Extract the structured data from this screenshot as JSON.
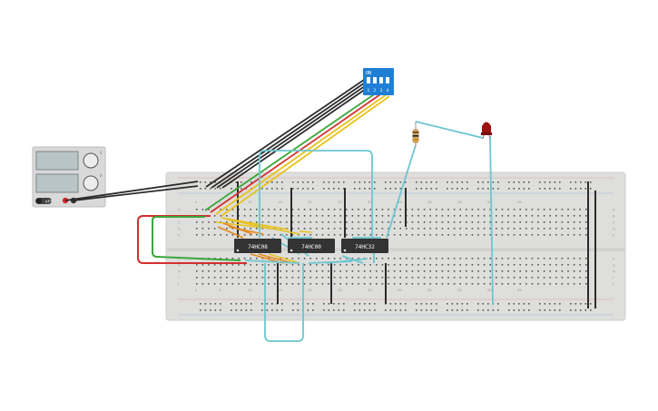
{
  "power_supply": {
    "toggle_label": "off",
    "knob_labels": [
      "V",
      "A"
    ],
    "terminal_colors": {
      "positive": "#d12b2b",
      "negative": "#333333"
    }
  },
  "dip_switch": {
    "on_label": "ON",
    "switch_numbers": [
      "1",
      "2",
      "3",
      "4"
    ],
    "color": "#1f7fd6"
  },
  "chips": [
    {
      "label": "74HC08"
    },
    {
      "label": "74HC00"
    },
    {
      "label": "74HC32"
    }
  ],
  "breadboard": {
    "row_letters_top": [
      "A",
      "B",
      "C",
      "D",
      "E"
    ],
    "row_letters_bottom": [
      "F",
      "G",
      "H",
      "I",
      "J"
    ],
    "column_numbers": [
      "1",
      "5",
      "10",
      "15",
      "20",
      "25",
      "30",
      "35",
      "40",
      "45",
      "50",
      "55"
    ]
  },
  "wire_colors": {
    "black": "#2b2b2b",
    "red": "#d32f2f",
    "green": "#3aa63a",
    "yellow": "#e8c21c",
    "orange": "#e68a1e",
    "cyan": "#6cc6cf"
  },
  "led": {
    "color": "#9b1111"
  },
  "resistor": {
    "color": "#c9a46a"
  }
}
